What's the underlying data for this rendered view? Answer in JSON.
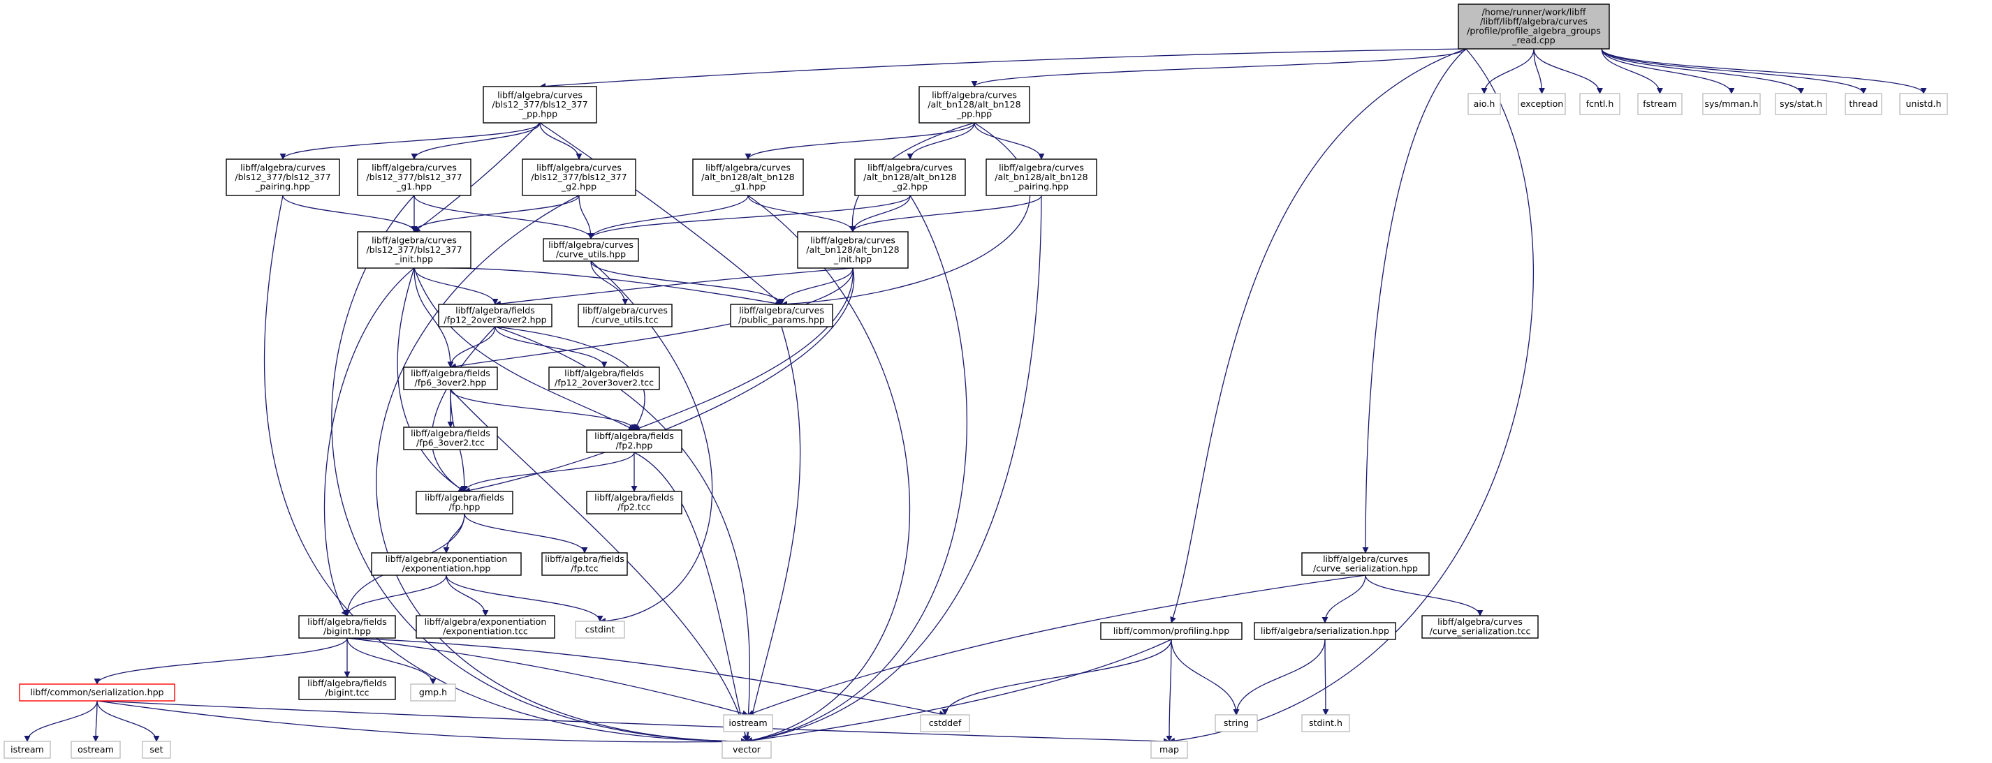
{
  "colors": {
    "edge": "#191970",
    "box_border": "#000000",
    "external_border": "#bfbfbf",
    "root_fill": "#bfbfbf",
    "highlight_border": "#ff0000",
    "text": "#000000"
  },
  "nodes": [
    {
      "id": "root",
      "lines": [
        "/home/runner/work/libff",
        "/libff/libff/algebra/curves",
        "/profile/profile_algebra_groups",
        "_read.cpp"
      ],
      "style": "root"
    },
    {
      "id": "bls_pp",
      "lines": [
        "libff/algebra/curves",
        "/bls12_377/bls12_377",
        "_pp.hpp"
      ],
      "style": "file"
    },
    {
      "id": "alt_pp",
      "lines": [
        "libff/algebra/curves",
        "/alt_bn128/alt_bn128",
        "_pp.hpp"
      ],
      "style": "file"
    },
    {
      "id": "aio",
      "lines": [
        "aio.h"
      ],
      "style": "external"
    },
    {
      "id": "exception",
      "lines": [
        "exception"
      ],
      "style": "external"
    },
    {
      "id": "fcntl",
      "lines": [
        "fcntl.h"
      ],
      "style": "external"
    },
    {
      "id": "fstream",
      "lines": [
        "fstream"
      ],
      "style": "external"
    },
    {
      "id": "mman",
      "lines": [
        "sys/mman.h"
      ],
      "style": "external"
    },
    {
      "id": "stat",
      "lines": [
        "sys/stat.h"
      ],
      "style": "external"
    },
    {
      "id": "thread",
      "lines": [
        "thread"
      ],
      "style": "external"
    },
    {
      "id": "unistd",
      "lines": [
        "unistd.h"
      ],
      "style": "external"
    },
    {
      "id": "bls_pairing",
      "lines": [
        "libff/algebra/curves",
        "/bls12_377/bls12_377",
        "_pairing.hpp"
      ],
      "style": "file"
    },
    {
      "id": "bls_g1",
      "lines": [
        "libff/algebra/curves",
        "/bls12_377/bls12_377",
        "_g1.hpp"
      ],
      "style": "file"
    },
    {
      "id": "bls_g2",
      "lines": [
        "libff/algebra/curves",
        "/bls12_377/bls12_377",
        "_g2.hpp"
      ],
      "style": "file"
    },
    {
      "id": "alt_g1",
      "lines": [
        "libff/algebra/curves",
        "/alt_bn128/alt_bn128",
        "_g1.hpp"
      ],
      "style": "file"
    },
    {
      "id": "alt_g2",
      "lines": [
        "libff/algebra/curves",
        "/alt_bn128/alt_bn128",
        "_g2.hpp"
      ],
      "style": "file"
    },
    {
      "id": "alt_pairing",
      "lines": [
        "libff/algebra/curves",
        "/alt_bn128/alt_bn128",
        "_pairing.hpp"
      ],
      "style": "file"
    },
    {
      "id": "bls_init",
      "lines": [
        "libff/algebra/curves",
        "/bls12_377/bls12_377",
        "_init.hpp"
      ],
      "style": "file"
    },
    {
      "id": "curve_utils",
      "lines": [
        "libff/algebra/curves",
        "/curve_utils.hpp"
      ],
      "style": "file"
    },
    {
      "id": "alt_init",
      "lines": [
        "libff/algebra/curves",
        "/alt_bn128/alt_bn128",
        "_init.hpp"
      ],
      "style": "file"
    },
    {
      "id": "fp12",
      "lines": [
        "libff/algebra/fields",
        "/fp12_2over3over2.hpp"
      ],
      "style": "file"
    },
    {
      "id": "curve_utils_tcc",
      "lines": [
        "libff/algebra/curves",
        "/curve_utils.tcc"
      ],
      "style": "file"
    },
    {
      "id": "public_params",
      "lines": [
        "libff/algebra/curves",
        "/public_params.hpp"
      ],
      "style": "file"
    },
    {
      "id": "fp6",
      "lines": [
        "libff/algebra/fields",
        "/fp6_3over2.hpp"
      ],
      "style": "file"
    },
    {
      "id": "fp12_tcc",
      "lines": [
        "libff/algebra/fields",
        "/fp12_2over3over2.tcc"
      ],
      "style": "file"
    },
    {
      "id": "fp6_tcc",
      "lines": [
        "libff/algebra/fields",
        "/fp6_3over2.tcc"
      ],
      "style": "file"
    },
    {
      "id": "fp2",
      "lines": [
        "libff/algebra/fields",
        "/fp2.hpp"
      ],
      "style": "file"
    },
    {
      "id": "fp",
      "lines": [
        "libff/algebra/fields",
        "/fp.hpp"
      ],
      "style": "file"
    },
    {
      "id": "fp2_tcc",
      "lines": [
        "libff/algebra/fields",
        "/fp2.tcc"
      ],
      "style": "file"
    },
    {
      "id": "exp",
      "lines": [
        "libff/algebra/exponentiation",
        "/exponentiation.hpp"
      ],
      "style": "file"
    },
    {
      "id": "fp_tcc",
      "lines": [
        "libff/algebra/fields",
        "/fp.tcc"
      ],
      "style": "file"
    },
    {
      "id": "bigint",
      "lines": [
        "libff/algebra/fields",
        "/bigint.hpp"
      ],
      "style": "file"
    },
    {
      "id": "exp_tcc",
      "lines": [
        "libff/algebra/exponentiation",
        "/exponentiation.tcc"
      ],
      "style": "file"
    },
    {
      "id": "cstdint",
      "lines": [
        "cstdint"
      ],
      "style": "external"
    },
    {
      "id": "curve_ser",
      "lines": [
        "libff/algebra/curves",
        "/curve_serialization.hpp"
      ],
      "style": "file"
    },
    {
      "id": "profiling",
      "lines": [
        "libff/common/profiling.hpp"
      ],
      "style": "file"
    },
    {
      "id": "alg_ser",
      "lines": [
        "libff/algebra/serialization.hpp"
      ],
      "style": "file"
    },
    {
      "id": "curve_ser_tcc",
      "lines": [
        "libff/algebra/curves",
        "/curve_serialization.tcc"
      ],
      "style": "file"
    },
    {
      "id": "common_ser",
      "lines": [
        "libff/common/serialization.hpp"
      ],
      "style": "highlight"
    },
    {
      "id": "bigint_tcc",
      "lines": [
        "libff/algebra/fields",
        "/bigint.tcc"
      ],
      "style": "file"
    },
    {
      "id": "gmp",
      "lines": [
        "gmp.h"
      ],
      "style": "external"
    },
    {
      "id": "iostream",
      "lines": [
        "iostream"
      ],
      "style": "external"
    },
    {
      "id": "cstddef",
      "lines": [
        "cstddef"
      ],
      "style": "external"
    },
    {
      "id": "string",
      "lines": [
        "string"
      ],
      "style": "external"
    },
    {
      "id": "stdint",
      "lines": [
        "stdint.h"
      ],
      "style": "external"
    },
    {
      "id": "istream",
      "lines": [
        "istream"
      ],
      "style": "external"
    },
    {
      "id": "ostream",
      "lines": [
        "ostream"
      ],
      "style": "external"
    },
    {
      "id": "set",
      "lines": [
        "set"
      ],
      "style": "external"
    },
    {
      "id": "vector",
      "lines": [
        "vector"
      ],
      "style": "external"
    },
    {
      "id": "map",
      "lines": [
        "map"
      ],
      "style": "external"
    }
  ],
  "edges": [
    [
      "root",
      "bls_pp"
    ],
    [
      "root",
      "alt_pp"
    ],
    [
      "root",
      "aio"
    ],
    [
      "root",
      "exception"
    ],
    [
      "root",
      "fcntl"
    ],
    [
      "root",
      "fstream"
    ],
    [
      "root",
      "mman"
    ],
    [
      "root",
      "stat"
    ],
    [
      "root",
      "thread"
    ],
    [
      "root",
      "unistd"
    ],
    [
      "root",
      "profiling"
    ],
    [
      "root",
      "curve_ser"
    ],
    [
      "root",
      "map"
    ],
    [
      "bls_pp",
      "bls_pairing"
    ],
    [
      "bls_pp",
      "bls_g1"
    ],
    [
      "bls_pp",
      "bls_g2"
    ],
    [
      "bls_pp",
      "bls_init"
    ],
    [
      "bls_pp",
      "public_params"
    ],
    [
      "alt_pp",
      "alt_g1"
    ],
    [
      "alt_pp",
      "alt_g2"
    ],
    [
      "alt_pp",
      "alt_pairing"
    ],
    [
      "alt_pp",
      "alt_init"
    ],
    [
      "alt_pp",
      "public_params"
    ],
    [
      "bls_pairing",
      "bls_init"
    ],
    [
      "bls_pairing",
      "vector"
    ],
    [
      "bls_g1",
      "bls_init"
    ],
    [
      "bls_g1",
      "curve_utils"
    ],
    [
      "bls_g1",
      "vector"
    ],
    [
      "bls_g2",
      "bls_init"
    ],
    [
      "bls_g2",
      "curve_utils"
    ],
    [
      "bls_g2",
      "vector"
    ],
    [
      "alt_g1",
      "alt_init"
    ],
    [
      "alt_g1",
      "curve_utils"
    ],
    [
      "alt_g1",
      "vector"
    ],
    [
      "alt_g2",
      "alt_init"
    ],
    [
      "alt_g2",
      "curve_utils"
    ],
    [
      "alt_g2",
      "vector"
    ],
    [
      "alt_pairing",
      "alt_init"
    ],
    [
      "alt_pairing",
      "vector"
    ],
    [
      "bls_init",
      "fp12"
    ],
    [
      "bls_init",
      "fp6"
    ],
    [
      "bls_init",
      "fp2"
    ],
    [
      "bls_init",
      "fp"
    ],
    [
      "bls_init",
      "public_params"
    ],
    [
      "bls_init",
      "bigint"
    ],
    [
      "alt_init",
      "fp12"
    ],
    [
      "alt_init",
      "fp6"
    ],
    [
      "alt_init",
      "fp2"
    ],
    [
      "alt_init",
      "fp"
    ],
    [
      "alt_init",
      "public_params"
    ],
    [
      "curve_utils",
      "curve_utils_tcc"
    ],
    [
      "curve_utils",
      "public_params"
    ],
    [
      "curve_utils",
      "cstdint"
    ],
    [
      "public_params",
      "vector"
    ],
    [
      "fp12",
      "fp6"
    ],
    [
      "fp12",
      "fp12_tcc"
    ],
    [
      "fp12",
      "fp2"
    ],
    [
      "fp12",
      "fp"
    ],
    [
      "fp12",
      "vector"
    ],
    [
      "fp6",
      "fp6_tcc"
    ],
    [
      "fp6",
      "fp2"
    ],
    [
      "fp6",
      "fp"
    ],
    [
      "fp6",
      "vector"
    ],
    [
      "fp2",
      "fp2_tcc"
    ],
    [
      "fp2",
      "fp"
    ],
    [
      "fp2",
      "vector"
    ],
    [
      "fp",
      "exp"
    ],
    [
      "fp",
      "fp_tcc"
    ],
    [
      "fp",
      "bigint"
    ],
    [
      "exp",
      "bigint"
    ],
    [
      "exp",
      "exp_tcc"
    ],
    [
      "exp",
      "cstdint"
    ],
    [
      "bigint",
      "common_ser"
    ],
    [
      "bigint",
      "bigint_tcc"
    ],
    [
      "bigint",
      "gmp"
    ],
    [
      "bigint",
      "iostream"
    ],
    [
      "bigint",
      "cstddef"
    ],
    [
      "curve_ser",
      "alg_ser"
    ],
    [
      "curve_ser",
      "curve_ser_tcc"
    ],
    [
      "curve_ser",
      "iostream"
    ],
    [
      "alg_ser",
      "string"
    ],
    [
      "alg_ser",
      "stdint"
    ],
    [
      "profiling",
      "cstddef"
    ],
    [
      "profiling",
      "map"
    ],
    [
      "profiling",
      "string"
    ],
    [
      "profiling",
      "vector"
    ],
    [
      "common_ser",
      "istream"
    ],
    [
      "common_ser",
      "ostream"
    ],
    [
      "common_ser",
      "set"
    ],
    [
      "common_ser",
      "vector"
    ],
    [
      "common_ser",
      "map"
    ]
  ]
}
